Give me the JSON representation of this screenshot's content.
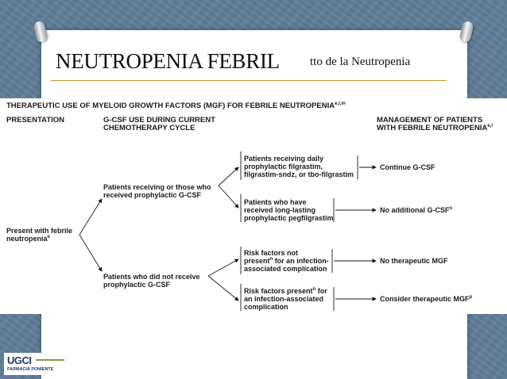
{
  "slide": {
    "title": "NEUTROPENIA FEBRIL",
    "subtitle": "tto de la Neutropenia"
  },
  "diagram": {
    "heading": "THERAPEUTIC USE OF MYELOID GROWTH FACTORS (MGF) FOR FEBRILE NEUTROPENIA",
    "heading_sup": "e,l,m",
    "col1_header": "PRESENTATION",
    "col2_header": [
      "G-CSF USE DURING CURRENT",
      "CHEMOTHERAPY CYCLE"
    ],
    "col3_header": [
      "MANAGEMENT OF PATIENTS",
      "WITH FEBRILE NEUTROPENIA"
    ],
    "col3_header_sup": "e,l",
    "root": {
      "lines": [
        "Present with febrile",
        "neutropenia"
      ],
      "sup": "e"
    },
    "mid_upper": [
      "Patients receiving or those who",
      "received prophylactic G-CSF"
    ],
    "mid_lower": [
      "Patients who did not receive",
      "prophylactic G-CSF"
    ],
    "leaf1": [
      "Patients receiving daily",
      "prophylactic filgrastim,",
      "filgrastim-sndz, or tbo-filgrastim"
    ],
    "leaf2": [
      "Patients who have",
      "received long-lasting",
      "prophylactic pegfilgrastim"
    ],
    "leaf3": {
      "line1": "Risk factors not",
      "line2_pre": "present",
      "line2_sup": "n",
      "line2_post": " for an infection-",
      "line3": "associated complication"
    },
    "leaf4": {
      "line1_pre": "Risk factors present",
      "line1_sup": "n",
      "line1_post": " for",
      "line2": "an infection-associated",
      "line3": "complication"
    },
    "out1": "Continue G-CSF",
    "out2": {
      "text": "No additional G-CSF",
      "sup": "o"
    },
    "out3": "No therapeutic MGF",
    "out4": {
      "text": "Consider therapeutic MGF",
      "sup": "p"
    }
  },
  "logo": {
    "main": "UGCI",
    "sub": "FARMACIA PONIENTE"
  }
}
